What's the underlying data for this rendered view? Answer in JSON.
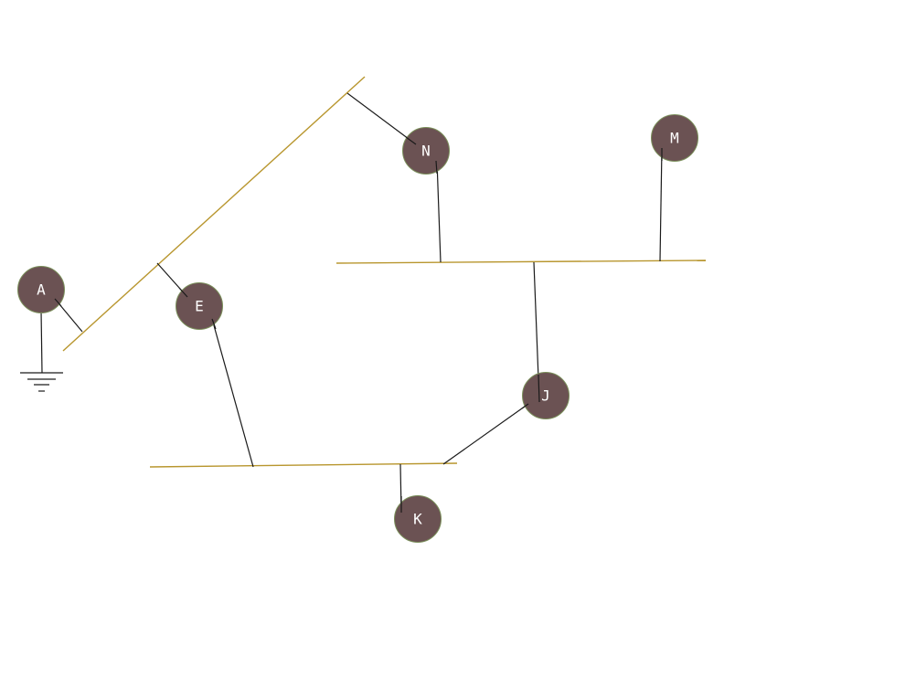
{
  "nodes": [
    {
      "id": "A",
      "label": "A"
    },
    {
      "id": "E",
      "label": "E"
    },
    {
      "id": "N",
      "label": "N"
    },
    {
      "id": "M",
      "label": "M"
    },
    {
      "id": "J",
      "label": "J"
    },
    {
      "id": "K",
      "label": "K"
    }
  ],
  "buses": [
    {
      "id": "bus-diagonal"
    },
    {
      "id": "bus-upper"
    },
    {
      "id": "bus-lower"
    }
  ],
  "connections": [
    {
      "from": "A",
      "to": "bus-diagonal"
    },
    {
      "from": "A",
      "to": "ground"
    },
    {
      "from": "E",
      "to": "bus-diagonal"
    },
    {
      "from": "E",
      "to": "bus-lower"
    },
    {
      "from": "N",
      "to": "bus-diagonal"
    },
    {
      "from": "N",
      "to": "bus-upper"
    },
    {
      "from": "M",
      "to": "bus-upper"
    },
    {
      "from": "J",
      "to": "bus-upper"
    },
    {
      "from": "J",
      "to": "bus-lower"
    },
    {
      "from": "K",
      "to": "bus-lower"
    }
  ],
  "colors": {
    "bus": "#b8962e",
    "link": "#1a1a1a",
    "node_fill": "#6b5253",
    "node_outline": "#7a8f5a",
    "node_text": "#ffffff"
  },
  "icons": {
    "ground": "ground-symbol-icon"
  }
}
